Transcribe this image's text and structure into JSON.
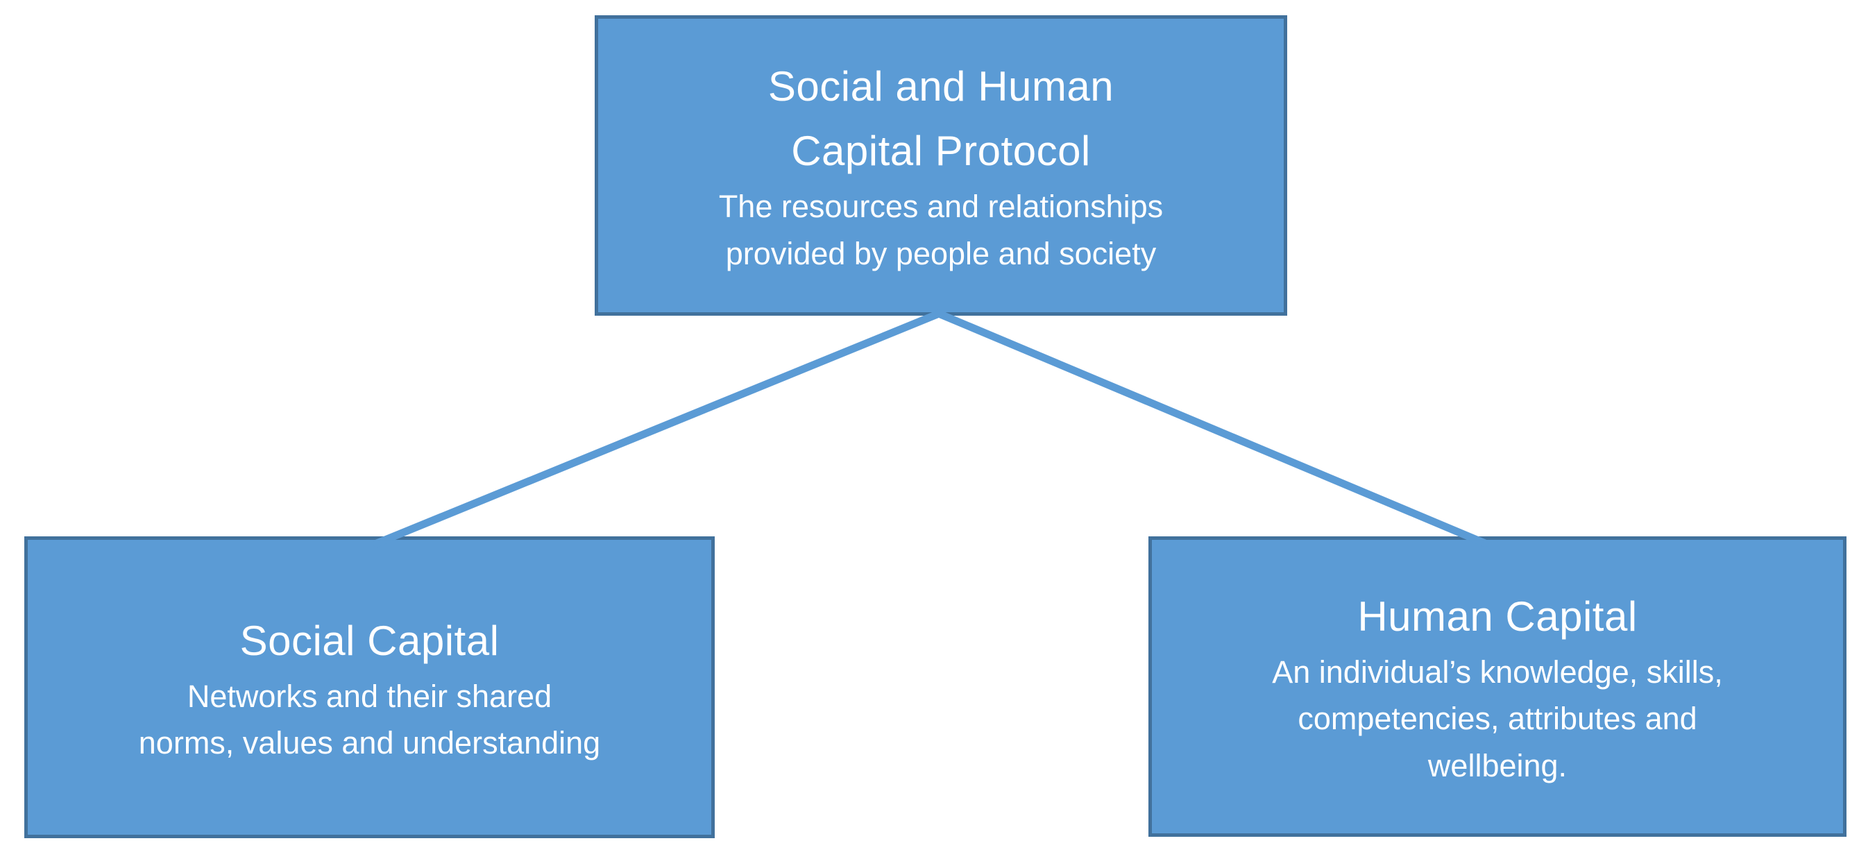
{
  "diagram": {
    "colors": {
      "node_fill": "#5b9bd5",
      "node_border": "#41719c",
      "connector": "#5b9bd5",
      "text_color": "#ffffff",
      "background": "#ffffff"
    },
    "nodes": {
      "root": {
        "title_lines": [
          "Social and Human",
          "Capital Protocol"
        ],
        "desc_lines": [
          "The resources and relationships",
          "provided by people and society"
        ]
      },
      "social": {
        "title": "Social Capital",
        "desc_lines": [
          "Networks and their shared",
          "norms, values and understanding"
        ]
      },
      "human": {
        "title": "Human Capital",
        "desc_lines": [
          "An individual’s knowledge, skills,",
          "competencies, attributes and",
          "wellbeing."
        ]
      }
    }
  }
}
